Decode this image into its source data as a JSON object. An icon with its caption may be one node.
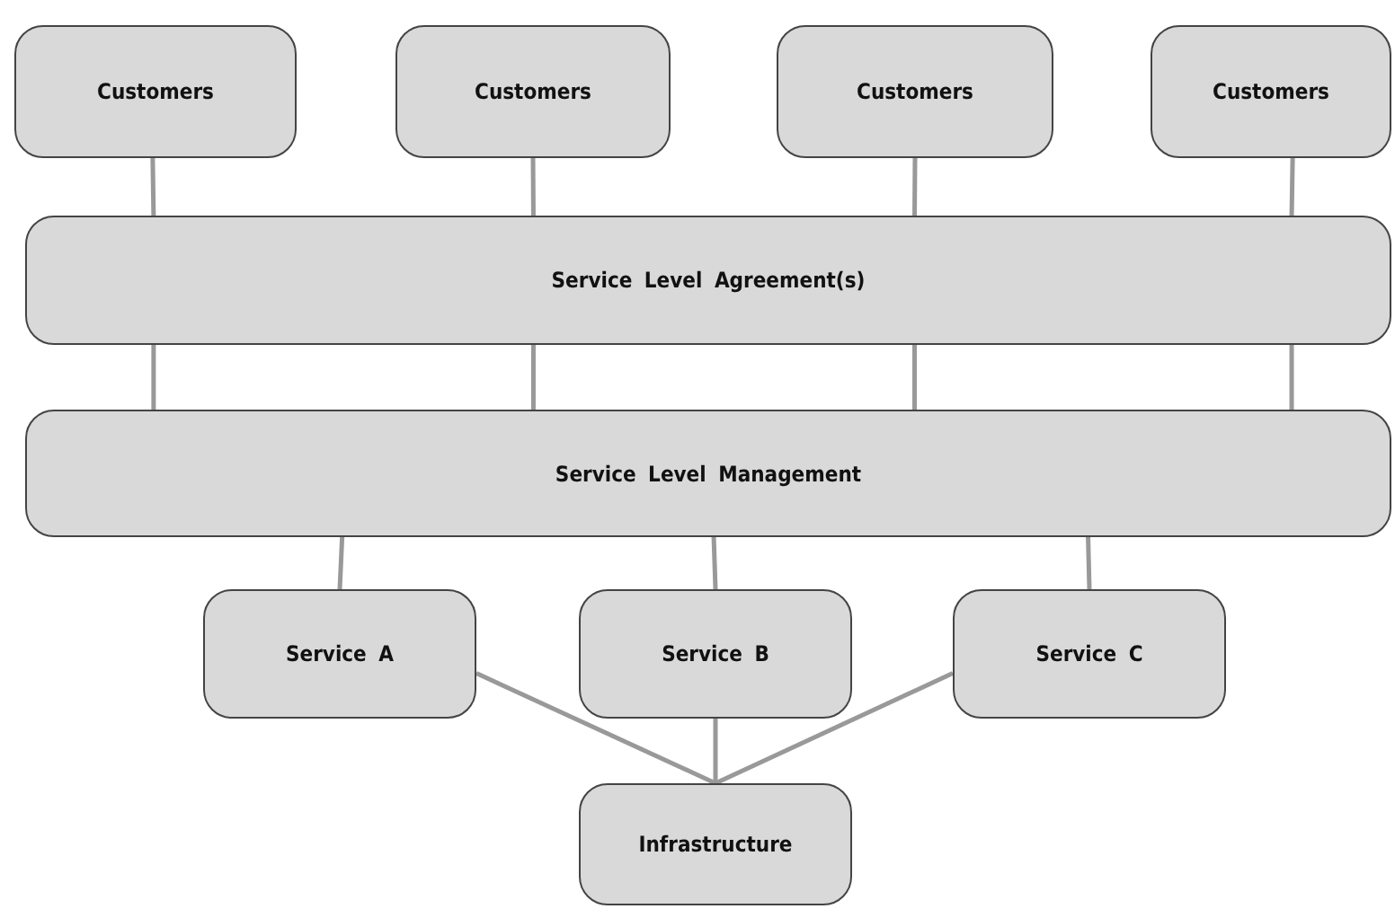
{
  "diagram": {
    "nodes": [
      {
        "text": [
          "Customers"
        ]
      },
      {
        "text": [
          "Customers"
        ]
      },
      {
        "text": [
          "Customers"
        ]
      },
      {
        "text": [
          "Customers"
        ]
      },
      {
        "text": [
          "Service Level Agreement(s)"
        ]
      },
      {
        "text": [
          "Service Level Management"
        ]
      },
      {
        "text": [
          "Service A"
        ]
      },
      {
        "text": [
          "Service B"
        ]
      },
      {
        "text": [
          "Service C"
        ]
      },
      {
        "text": [
          "Infrastructure"
        ]
      }
    ],
    "edges": [
      {
        "from": 0,
        "to": 4,
        "arrow": "none"
      },
      {
        "from": 1,
        "to": 4,
        "arrow": "none"
      },
      {
        "from": 2,
        "to": 4,
        "arrow": "none"
      },
      {
        "from": 3,
        "to": 4,
        "arrow": "none"
      },
      {
        "from": 4,
        "to": 5,
        "arrow": "none"
      },
      {
        "from": 4,
        "to": 5,
        "arrow": "none"
      },
      {
        "from": 4,
        "to": 5,
        "arrow": "none"
      },
      {
        "from": 4,
        "to": 5,
        "arrow": "none"
      },
      {
        "from": 5,
        "to": 6,
        "arrow": "none"
      },
      {
        "from": 5,
        "to": 7,
        "arrow": "none"
      },
      {
        "from": 5,
        "to": 8,
        "arrow": "none"
      },
      {
        "from": 6,
        "to": 9,
        "arrow": "none"
      },
      {
        "from": 7,
        "to": 9,
        "arrow": "none"
      },
      {
        "from": 8,
        "to": 9,
        "arrow": "none"
      }
    ]
  }
}
